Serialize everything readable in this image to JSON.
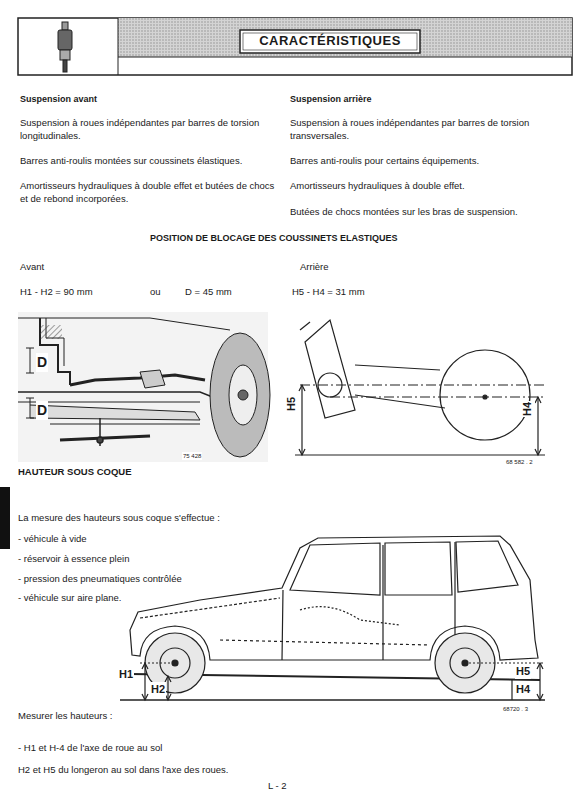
{
  "diagram": {
    "title": "CARACTÉRISTIQUES",
    "labels": [
      "Suspension avant",
      "Suspension à roues indépendantes par barres de torsion longitudinales.",
      "Barres anti-roulis montées sur coussinets élastiques.",
      "Amortisseurs hydrauliques à double effet et butées de chocs et de rebond incorporées.",
      "Suspension arrière",
      "Suspension à roues indépendantes par barres de torsion transversales.",
      "Barres anti-roulis pour certains équipements.",
      "Amortisseurs hydrauliques à double effet.",
      "Butées de chocs montées sur les bras de suspension.",
      "POSITION DE BLOCAGE DES COUSSINETS ELASTIQUES",
      "Avant",
      "H1 - H2 = 90 mm",
      "ou",
      "D = 45 mm",
      "Arrière",
      "H5 - H4 = 31 mm",
      "D",
      "D",
      "75 428",
      "H5",
      "H4",
      "68 582 . 2",
      "HAUTEUR SOUS COQUE",
      "La mesure des hauteurs sous coque s'effectue :",
      "- véhicule à vide",
      "- réservoir à essence plein",
      "- pression des pneumatiques contrôlée",
      "- véhicule sur aire plane.",
      "H1",
      "H2",
      "H5",
      "H4",
      "68720 . 3",
      "Mesurer les hauteurs :",
      "- H1 et H-4 de l'axe de roue au sol",
      "H2 et H5 du longeron au sol dans l'axe des roues.",
      "L - 2"
    ]
  }
}
